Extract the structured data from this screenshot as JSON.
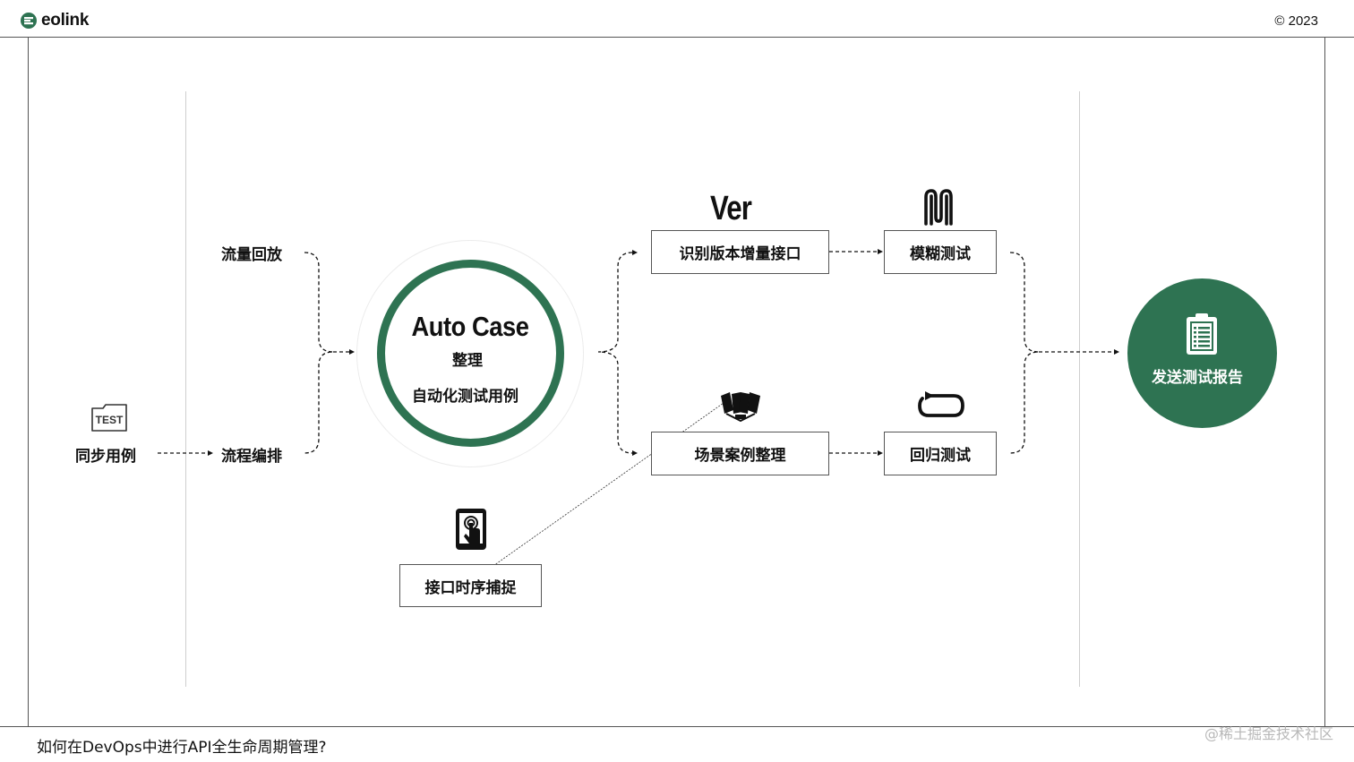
{
  "header": {
    "logo_text": "eolink",
    "copyright": "© 2023"
  },
  "diagram": {
    "test_icon_text": "TEST",
    "sync_case": "同步用例",
    "traffic_replay": "流量回放",
    "flow_orchestration": "流程编排",
    "autocase_title": "Auto Case",
    "autocase_sub1": "整理",
    "autocase_sub2": "自动化测试用例",
    "ver_label": "Ver",
    "identify_version": "识别版本增量接口",
    "fuzz_test": "模糊测试",
    "scenario_case": "场景案例整理",
    "regression_test": "回归测试",
    "capture_sequence": "接口时序捕捉",
    "send_report": "发送测试报告"
  },
  "colors": {
    "accent_green": "#2e7352"
  },
  "icons": [
    "eolink-logo-icon",
    "test-icon",
    "fuzz-icon",
    "documents-icon",
    "loop-icon",
    "touch-tablet-icon",
    "clipboard-icon"
  ],
  "footer": {
    "title": "如何在DevOps中进行API全生命周期管理?",
    "watermark": "@稀土掘金技术社区"
  }
}
